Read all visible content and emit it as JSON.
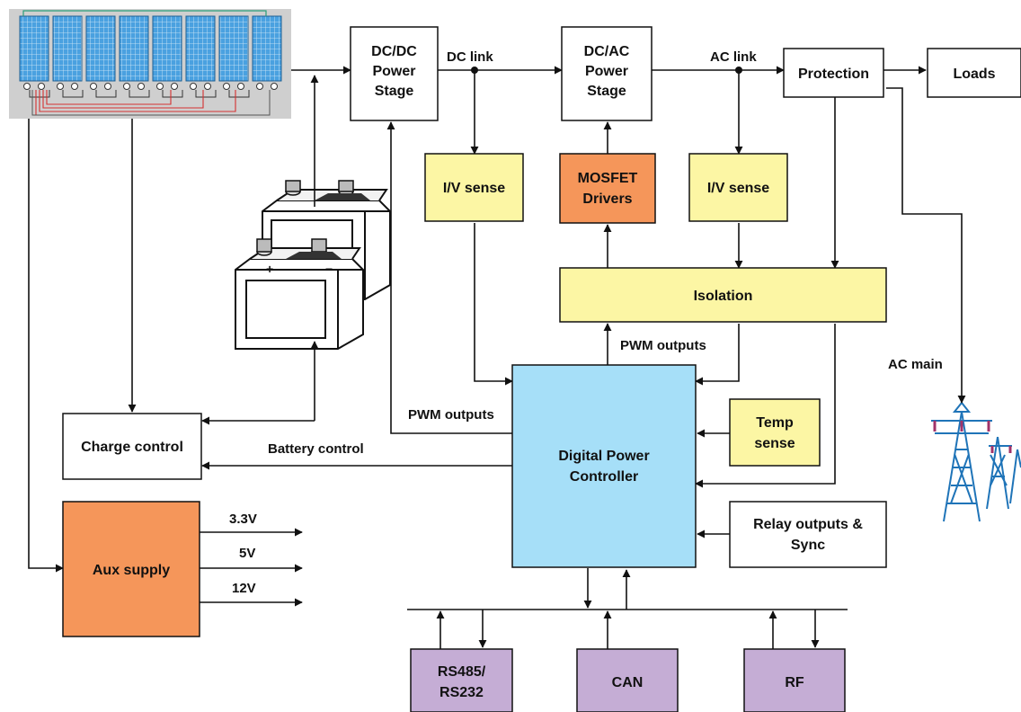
{
  "colors": {
    "white": "#ffffff",
    "yellow": "#fcf6a4",
    "orange": "#f5965a",
    "blue": "#a6dff8",
    "purple": "#c5add5",
    "solar_cell": "#4aa1e0",
    "solar_frame": "#cfcfcf",
    "pylon": "#1f74b8"
  },
  "boxes": {
    "dcdc": [
      "DC/DC",
      "Power",
      "Stage"
    ],
    "dcac": [
      "DC/AC",
      "Power",
      "Stage"
    ],
    "protection": [
      "Protection"
    ],
    "loads": [
      "Loads"
    ],
    "iv_sense_dc": [
      "I/V sense"
    ],
    "mosfet_drivers": [
      "MOSFET",
      "Drivers"
    ],
    "iv_sense_ac": [
      "I/V sense"
    ],
    "isolation": [
      "Isolation"
    ],
    "digital_controller": [
      "Digital Power",
      "Controller"
    ],
    "temp_sense": [
      "Temp",
      "sense"
    ],
    "relay_outputs": [
      "Relay outputs &",
      "Sync"
    ],
    "charge_control": [
      "Charge control"
    ],
    "aux_supply": [
      "Aux supply"
    ],
    "rs485": [
      "RS485/",
      "RS232"
    ],
    "can": [
      "CAN"
    ],
    "rf": [
      "RF"
    ]
  },
  "labels": {
    "dc_link": "DC link",
    "ac_link": "AC link",
    "pwm_outputs_top": "PWM outputs",
    "pwm_outputs_left": "PWM outputs",
    "battery_control": "Battery control",
    "ac_main": "AC main",
    "v33": "3.3V",
    "v5": "5V",
    "v12": "12V"
  },
  "icons": {
    "solar": "solar-panel-array-icon",
    "battery": "battery-icon",
    "pylon": "power-pylon-icon"
  }
}
